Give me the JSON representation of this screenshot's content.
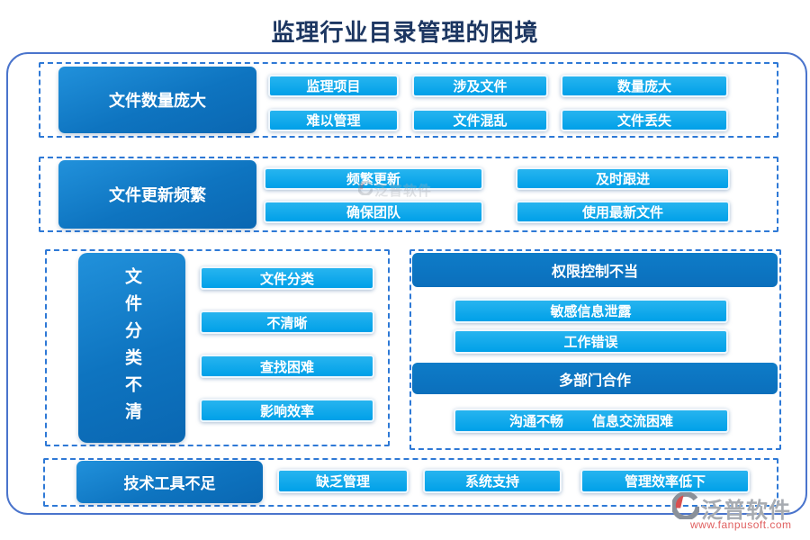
{
  "title": "监理行业目录管理的困境",
  "sections": {
    "quantity": {
      "label": "文件数量庞大",
      "pills": [
        "监理项目",
        "涉及文件",
        "数量庞大",
        "难以管理",
        "文件混乱",
        "文件丢失"
      ]
    },
    "update": {
      "label": "文件更新频繁",
      "pills": [
        "频繁更新",
        "及时跟进",
        "确保团队",
        "使用最新文件"
      ]
    },
    "classify": {
      "label": "文件分类不清",
      "pills": [
        "文件分类",
        "不清晰",
        "查找困难",
        "影响效率"
      ]
    },
    "permission": {
      "header": "权限控制不当",
      "pills": [
        "敏感信息泄露",
        "工作错误"
      ],
      "header2": "多部门合作",
      "pills2": [
        "沟通不畅",
        "信息交流困难"
      ]
    },
    "tools": {
      "label": "技术工具不足",
      "pills": [
        "缺乏管理",
        "系统支持",
        "管理效率低下"
      ]
    }
  },
  "watermark": {
    "brand": "泛普软件",
    "url": "www.fanpusoft.com"
  },
  "colors": {
    "title": "#1C3661",
    "dash_border": "#2E79D6",
    "frame_border": "#4A74CC",
    "lead_dark": "#0A67B2",
    "lead_light": "#2191DB",
    "pill_blue": "#00A0E8",
    "header_bar": "#0B6FBC",
    "watermark_red": "#E06060"
  }
}
